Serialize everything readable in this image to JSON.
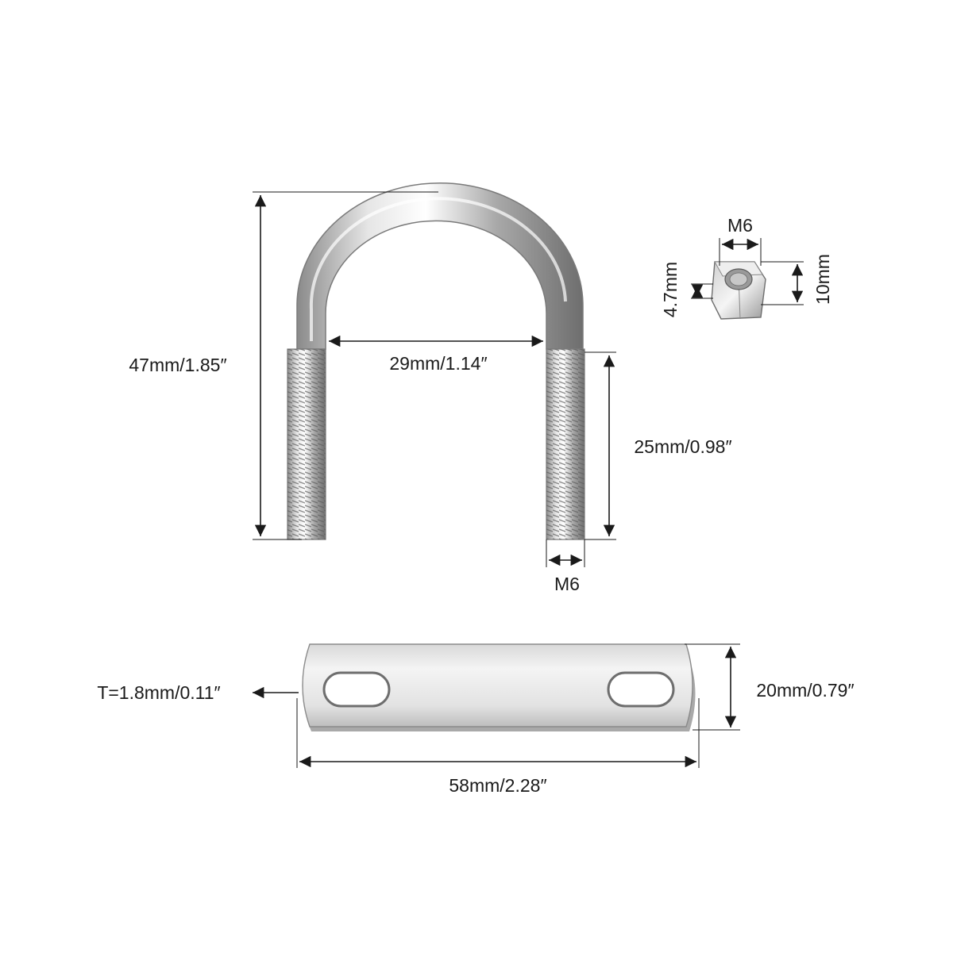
{
  "diagram": {
    "parts": {
      "u_bolt": {
        "name": "u-bolt"
      },
      "nut": {
        "name": "hex-nut"
      },
      "plate": {
        "name": "mounting-plate"
      }
    },
    "dimensions": {
      "u_bolt_height": "47mm/1.85″",
      "u_bolt_inner_width": "29mm/1.14″",
      "thread_length": "25mm/0.98″",
      "thread_size": "M6",
      "nut_size": "M6",
      "nut_thickness": "4.7mm",
      "nut_width": "10mm",
      "plate_thickness": "T=1.8mm/0.11″",
      "plate_height": "20mm/0.79″",
      "plate_length": "58mm/2.28″"
    },
    "colors": {
      "metal_light": "#f2f2f2",
      "metal_mid": "#b8b8b8",
      "metal_dark": "#6e6e6e",
      "line": "#1a1a1a"
    }
  }
}
